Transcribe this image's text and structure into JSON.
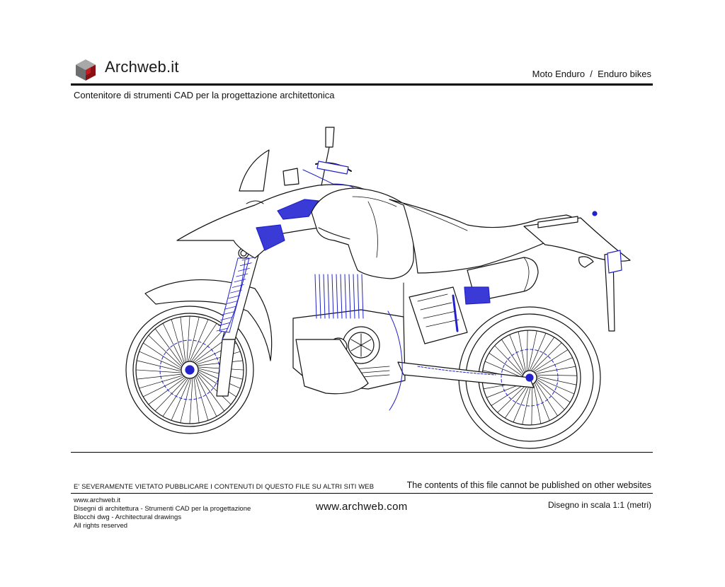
{
  "header": {
    "brand": "Archweb.it",
    "title": "Moto Enduro  /  Enduro bikes",
    "tagline": "Contenitore di strumenti CAD per la progettazione architettonica"
  },
  "notice": {
    "it": "E' SEVERAMENTE VIETATO PUBBLICARE I CONTENUTI DI QUESTO FILE SU ALTRI SITI WEB",
    "en": "The contents of this file cannot be published on other websites"
  },
  "footer": {
    "lines": [
      "www.archweb.it",
      "Disegni di architettura - Strumenti CAD  per la progettazione",
      "Blocchi dwg - Architectural drawings",
      "All rights reserved"
    ],
    "site": "www.archweb.com",
    "scale": "Disegno in scala 1:1 (metri)"
  },
  "colors": {
    "line": "#111111",
    "accent": "#2222cc",
    "logo_top": "#9a9a9a",
    "logo_left": "#6e6e6e",
    "logo_right": "#8a0f12"
  }
}
